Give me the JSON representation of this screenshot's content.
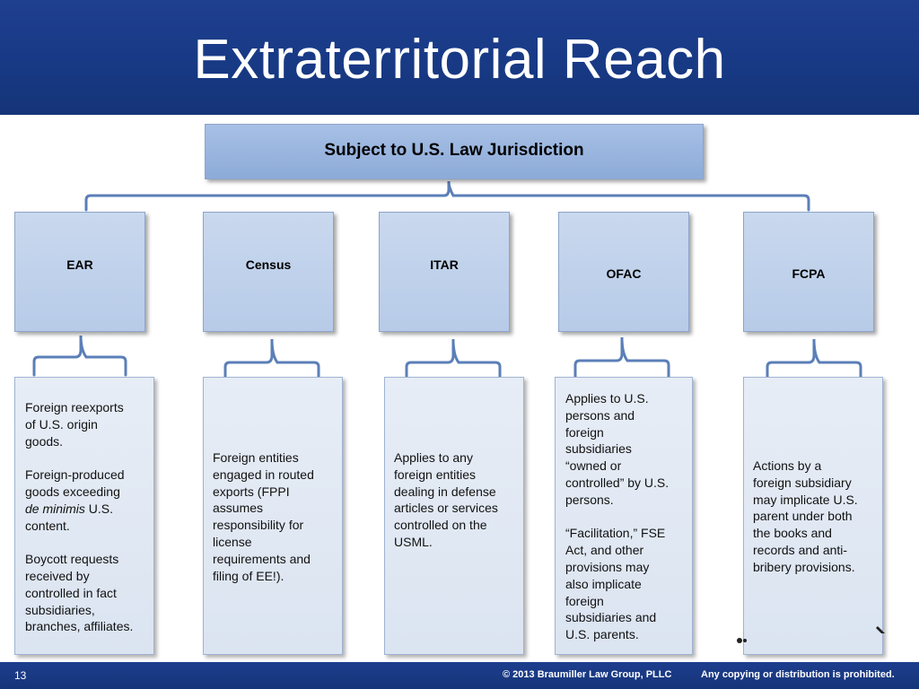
{
  "header": {
    "title": "Extraterritorial Reach"
  },
  "root": {
    "label": "Subject to U.S. Law Jurisdiction"
  },
  "categories": [
    {
      "label": "EAR"
    },
    {
      "label": "Census"
    },
    {
      "label": "ITAR"
    },
    {
      "label": "OFAC"
    },
    {
      "label": "FCPA"
    }
  ],
  "details": {
    "ear": {
      "p1": " Foreign reexports\nof U.S. origin\ngoods.",
      "p2_a": "Foreign-produced\ngoods exceeding\n",
      "p2_em": "de minimis",
      "p2_b": " U.S.\ncontent.",
      "p3": "Boycott requests\nreceived by\ncontrolled in fact\nsubsidiaries,\nbranches, affiliates."
    },
    "census": {
      "p1": " Foreign entities\nengaged  in routed\nexports (FPPI\nassumes\nresponsibility for\nlicense\nrequirements and\nfiling of EE!)."
    },
    "itar": {
      "p1": "Applies to any\nforeign entities\ndealing in defense\narticles or services\ncontrolled on the\nUSML."
    },
    "ofac": {
      "p1": "Applies to U.S.\npersons and\nforeign\nsubsidiaries\n“owned or\ncontrolled” by U.S.\npersons.",
      "p2": "“Facilitation,” FSE\nAct, and other\nprovisions may\nalso implicate\nforeign\nsubsidiaries and\nU.S. parents."
    },
    "fcpa": {
      "p1": "Actions by a\nforeign subsidiary\nmay implicate U.S.\nparent under both\nthe books and\nrecords and anti-\nbribery provisions."
    }
  },
  "footer": {
    "page_number": "13",
    "copyright": "© 2013 Braumiller Law Group,  PLLC",
    "rights": "Any copying or distribution is prohibited."
  },
  "colors": {
    "header_bg": "#183a86",
    "box_fill": "#b7cbe8",
    "root_fill": "#8dabd8",
    "connector": "#5b7fb8",
    "detail_fill": "#dbe4f1"
  }
}
